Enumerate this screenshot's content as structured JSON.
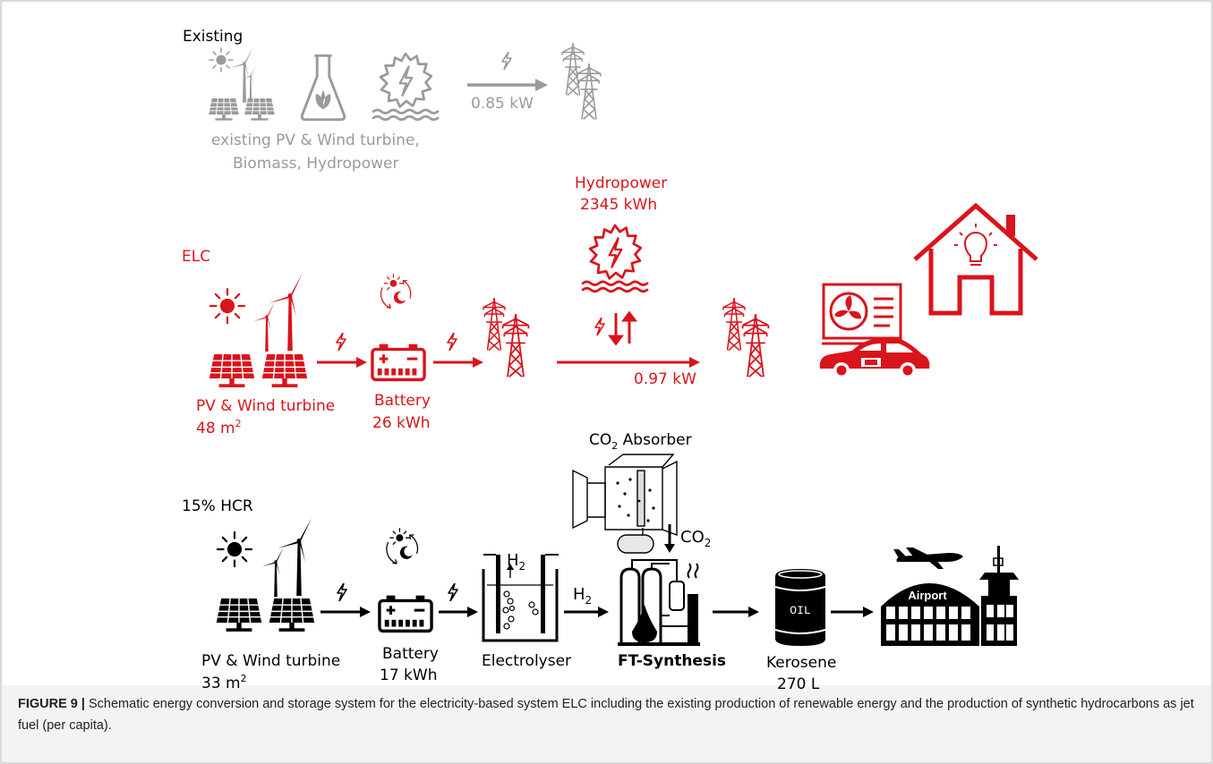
{
  "colors": {
    "existing": "#9a9a9a",
    "elc": "#d9141c",
    "hcr": "#000000",
    "frame": "#9a9a9a",
    "caption_bg": "#f3f3f3"
  },
  "existing": {
    "title": "Existing",
    "power": "0.85 kW",
    "sources_line1": "existing PV & Wind turbine,",
    "sources_line2": "Biomass, Hydropower",
    "icons": [
      "sun-icon",
      "solar-panel-icon",
      "wind-turbine-icon",
      "biomass-flask-icon",
      "hydropower-turbine-icon",
      "lightning-icon",
      "power-pylon-icon"
    ]
  },
  "elc": {
    "title": "ELC",
    "pv_label": "PV & Wind turbine",
    "pv_area": "48 m",
    "pv_area_sup": "2",
    "battery_label": "Battery",
    "battery_capacity": "26 kWh",
    "hydro_label": "Hydropower",
    "hydro_energy": "2345 kWh",
    "grid_power": "0.97 kW",
    "icons": [
      "sun-icon",
      "solar-panel-icon",
      "wind-turbine-icon",
      "day-night-cycle-icon",
      "battery-icon",
      "power-pylon-icon",
      "hydropower-turbine-icon",
      "heat-pump-icon",
      "electric-car-icon",
      "house-icon",
      "lightbulb-icon"
    ]
  },
  "hcr": {
    "title": "15% HCR",
    "pv_label": "PV & Wind turbine",
    "pv_area": "33 m",
    "pv_area_sup": "2",
    "battery_label": "Battery",
    "battery_capacity": "17 kWh",
    "electrolyser_label": "Electrolyser",
    "h2": "H",
    "h2_sub": "2",
    "co2_absorber_label": "CO",
    "co2_absorber_sub": "2",
    "co2_absorber_rest": " Absorber",
    "co2": "CO",
    "co2_sub": "2",
    "ft_label": "FT-Synthesis",
    "kerosene_label": "Kerosene",
    "kerosene_amount": "270 L",
    "oil_label": "OIL",
    "airport_label": "Airport",
    "icons": [
      "sun-icon",
      "solar-panel-icon",
      "wind-turbine-icon",
      "day-night-cycle-icon",
      "battery-icon",
      "electrolyser-icon",
      "co2-absorber-icon",
      "ft-synthesis-plant-icon",
      "oil-barrel-icon",
      "airport-icon",
      "airplane-icon"
    ]
  },
  "caption": {
    "label": "FIGURE 9 |",
    "text": " Schematic energy conversion and storage system for the electricity-based system ELC including the existing production of renewable energy and the production of synthetic hydrocarbons as jet fuel (per capita)."
  }
}
